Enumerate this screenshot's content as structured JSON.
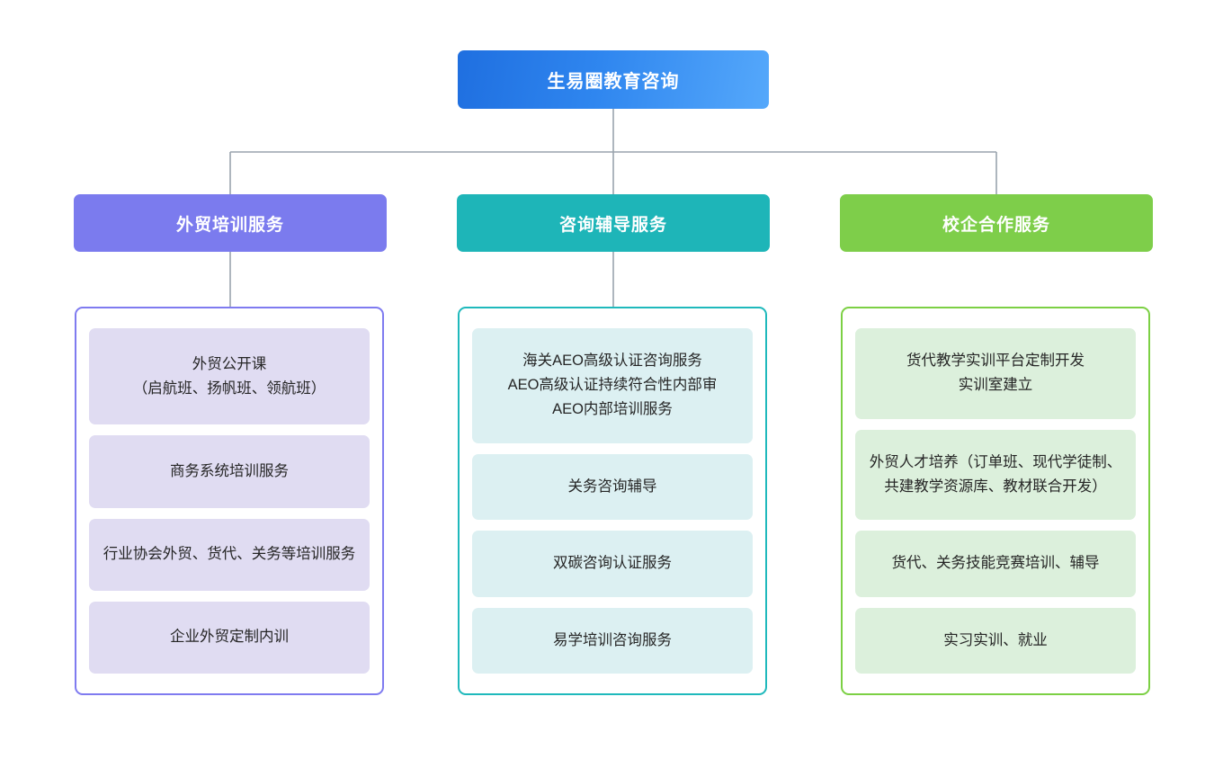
{
  "diagram": {
    "type": "organization-tree",
    "orientation": "top-down",
    "background_color": "#ffffff",
    "connector_color": "#9aa3ad",
    "root": {
      "label": "生易圈教育咨询",
      "color_start": "#1f6fe0",
      "color_end": "#55a8fb",
      "text_color": "#ffffff"
    },
    "branches": [
      {
        "id": "foreign-trade-training",
        "label": "外贸培训服务",
        "header_color": "#7b7bee",
        "box_border_color": "#7f7bf0",
        "leaf_color": "#e0dcf2",
        "items": [
          "外贸公开课\n（启航班、扬帆班、领航班）",
          "商务系统培训服务",
          "行业协会外贸、货代、关务等培训服务",
          "企业外贸定制内训"
        ]
      },
      {
        "id": "consulting-tutoring",
        "label": "咨询辅导服务",
        "header_color": "#1eb5b8",
        "box_border_color": "#1fb9bc",
        "leaf_color": "#dcf0f2",
        "items": [
          "海关AEO高级认证咨询服务\nAEO高级认证持续符合性内部审\nAEO内部培训服务",
          "关务咨询辅导",
          "双碳咨询认证服务",
          "易学培训咨询服务"
        ]
      },
      {
        "id": "school-enterprise-cooperation",
        "label": "校企合作服务",
        "header_color": "#7ece4a",
        "box_border_color": "#7cd044",
        "leaf_color": "#dcf0dc",
        "items": [
          "货代教学实训平台定制开发\n实训室建立",
          "外贸人才培养（订单班、现代学徒制、共建教学资源库、教材联合开发）",
          "货代、关务技能竞赛培训、辅导",
          "实习实训、就业"
        ]
      }
    ]
  }
}
